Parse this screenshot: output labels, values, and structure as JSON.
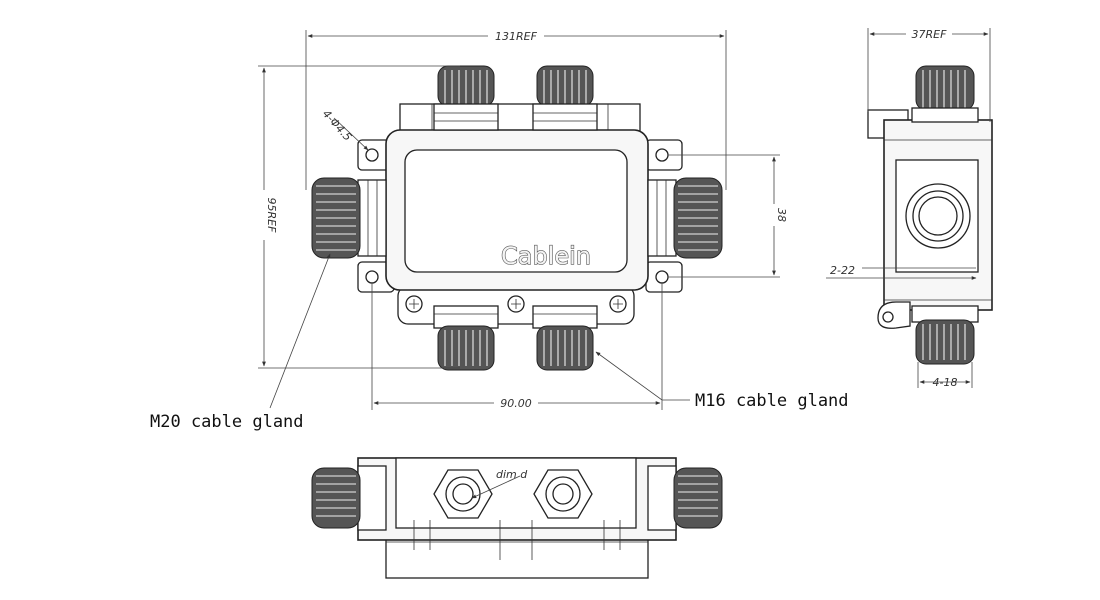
{
  "dimensions": {
    "overall_length": "131REF",
    "overall_height": "95REF",
    "side_width": "37REF",
    "mount_hole_spacing_v": "38",
    "mount_hole_spacing_h": "90.00",
    "mount_holes": "4-Φ4.5",
    "side_entry": "2-22",
    "bottom_entry": "4-18",
    "gland_dim": "dim d"
  },
  "labels": {
    "brand": "Cablein",
    "m20": "M20 cable gland",
    "m16": "M16 cable gland"
  }
}
